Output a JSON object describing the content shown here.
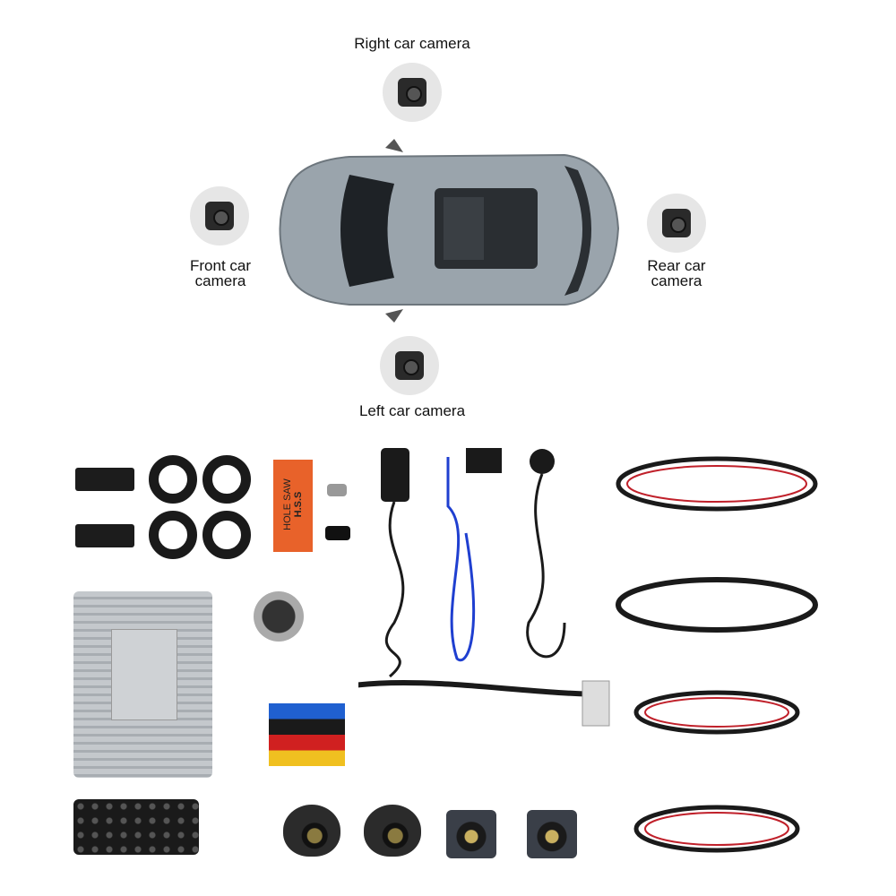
{
  "labels": {
    "right": "Right car camera",
    "front_line1": "Front car",
    "front_line2": "camera",
    "rear_line1": "Rear car",
    "rear_line2": "camera",
    "left": "Left car camera"
  },
  "hole_saw_box": {
    "line1": "HOLE  SAW",
    "line2": "H.S.S",
    "color": "#e8622a"
  },
  "car_color": "#9aa4ac"
}
